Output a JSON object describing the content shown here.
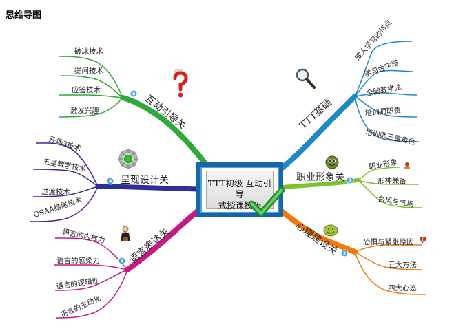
{
  "page": {
    "title": "思维导图"
  },
  "central": {
    "line1": "TTT初级-互动引导",
    "line2": "式授课技巧"
  },
  "branches": {
    "ttt_basics": {
      "label": "TTT基础",
      "leaves": [
        "成人学习的特点",
        "学习金字塔",
        "全脑教学法",
        "培训师职责",
        "培训师三重角色"
      ]
    },
    "image": {
      "label": "职业形象关",
      "badge": "1",
      "leaves": [
        "职业形象",
        "形神兼备",
        "台风与气场"
      ]
    },
    "mental": {
      "label": "心理建设关",
      "badge": "2",
      "leaves": [
        "恐惧与紧张原因",
        "五大方法",
        "四大心态"
      ]
    },
    "language": {
      "label": "语言表达关",
      "badge": "3",
      "leaves": [
        "语言的内核力",
        "语言的感染力",
        "语言的逻辑性",
        "语言的生动化"
      ]
    },
    "design": {
      "label": "呈现设计关",
      "badge": "4",
      "leaves": [
        "开场3技术",
        "五星教学技术",
        "过渡技术",
        "QSAA结尾技术"
      ]
    },
    "interaction": {
      "label": "互动引导关",
      "badge": "6",
      "leaves": [
        "破冰技术",
        "提问技术",
        "应答技术",
        "激发兴趣"
      ]
    }
  },
  "colors": {
    "blue": "#1e88c8",
    "lime": "#7ac32a",
    "orange": "#f07a10",
    "magenta": "#c21b86",
    "navy": "#2b2f9a",
    "green": "#2faa3a",
    "badge": "#3aa0e6"
  },
  "icons": {
    "ttt_basics": "magnifier-icon",
    "image": "face-icon",
    "mental": "leaf-face-icon",
    "language": "speaker-icon",
    "design": "gear-icon",
    "interaction": "question-icon",
    "image_leaf": "avatar-icon",
    "mental_leaf": "broken-heart-icon"
  }
}
